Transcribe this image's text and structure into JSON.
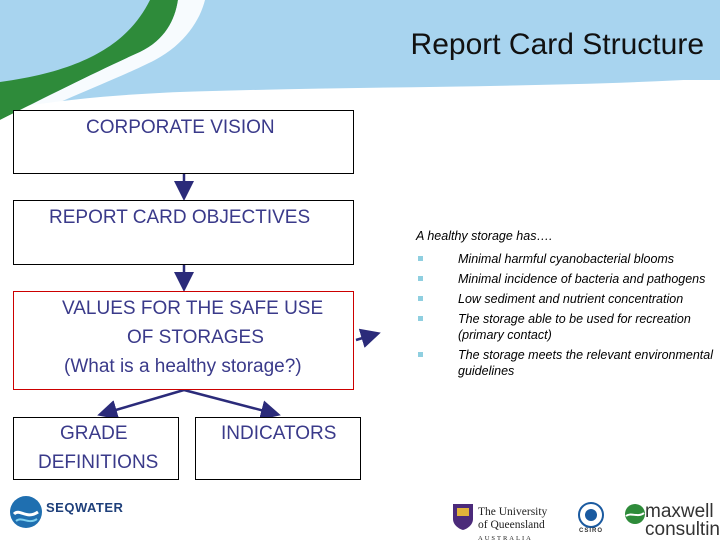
{
  "slide": {
    "title": "Report Card Structure"
  },
  "diagram": {
    "boxes": {
      "corporate_vision": "CORPORATE VISION",
      "objectives": "REPORT CARD OBJECTIVES",
      "values_line1": "VALUES FOR THE SAFE USE",
      "values_line2": "OF STORAGES",
      "values_line3": "(What is a healthy storage?)",
      "grade_line1": "GRADE",
      "grade_line2": "DEFINITIONS",
      "indicators": "INDICATORS"
    },
    "colors": {
      "text": "#3a3a8a",
      "arrow": "#2b2b7a",
      "highlight_border": "#cc0000"
    }
  },
  "healthy_storage": {
    "intro": "A healthy storage has….",
    "items": [
      "Minimal harmful cyanobacterial blooms",
      "Minimal incidence of bacteria and pathogens",
      "Low sediment and nutrient concentration",
      "The storage able to be used for recreation (primary contact)",
      "The storage meets the relevant environmental guidelines"
    ],
    "bullet_color": "#8fcfe0"
  },
  "footer": {
    "seqwater": "SEQWATER",
    "uq_line1": "The University",
    "uq_line2": "of Queensland",
    "uq_line3": "AUSTRALIA",
    "csiro": "CSIRO",
    "maxwell_line1": "maxwell",
    "maxwell_line2": "consulting"
  }
}
